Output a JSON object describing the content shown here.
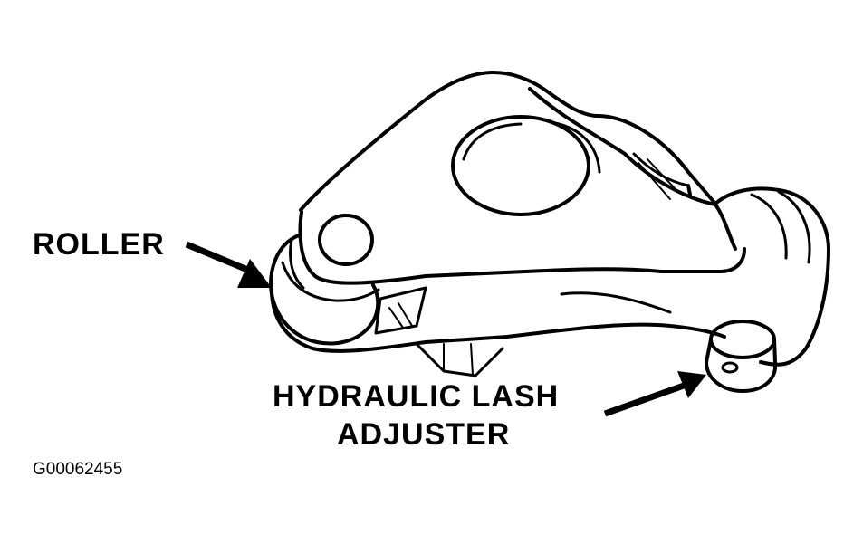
{
  "labels": {
    "roller": "ROLLER",
    "hydraulic_lash_line1": "HYDRAULIC LASH",
    "hydraulic_lash_line2": "ADJUSTER"
  },
  "figure_code": "G00062455",
  "colors": {
    "ink": "#000000",
    "paper": "#ffffff"
  }
}
